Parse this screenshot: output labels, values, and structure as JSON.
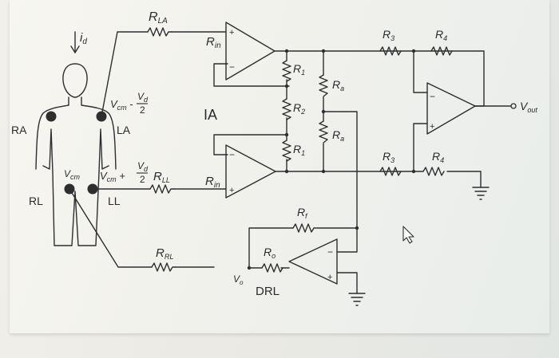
{
  "labels": {
    "id": "i",
    "id_sub": "d",
    "RA": "RA",
    "LA": "LA",
    "RL": "RL",
    "LL": "LL",
    "vcm_minus": "V",
    "vcm_minus_sub": "cm",
    "vcm_minus_op": " - ",
    "vcm_plus": "V",
    "vcm_plus_sub": "cm",
    "vcm_plus_op": " + ",
    "vcm": "V",
    "vcm_sub": "cm",
    "vd_num": "V",
    "vd_num_sub": "d",
    "frac_den": "2",
    "R_LA": "R",
    "R_LA_sub": "LA",
    "R_LL": "R",
    "R_LL_sub": "LL",
    "R_RL": "R",
    "R_RL_sub": "RL",
    "R_in_top": "R",
    "R_in_top_sub": "in",
    "R_in_bot": "R",
    "R_in_bot_sub": "in",
    "IA": "IA",
    "R1_top": "R",
    "R1_top_sub": "1",
    "R2": "R",
    "R2_sub": "2",
    "R1_bot": "R",
    "R1_bot_sub": "1",
    "Ra_top": "R",
    "Ra_top_sub": "a",
    "Ra_bot": "R",
    "Ra_bot_sub": "a",
    "R3_top": "R",
    "R3_top_sub": "3",
    "R4_top": "R",
    "R4_top_sub": "4",
    "R3_bot": "R",
    "R3_bot_sub": "3",
    "R4_bot": "R",
    "R4_bot_sub": "4",
    "Rf": "R",
    "Rf_sub": "f",
    "Ro": "R",
    "Ro_sub": "o",
    "Vo": "V",
    "Vo_sub": "o",
    "DRL": "DRL",
    "Vout": "V",
    "Vout_sub": "out",
    "plus": "+",
    "minus": "−"
  }
}
